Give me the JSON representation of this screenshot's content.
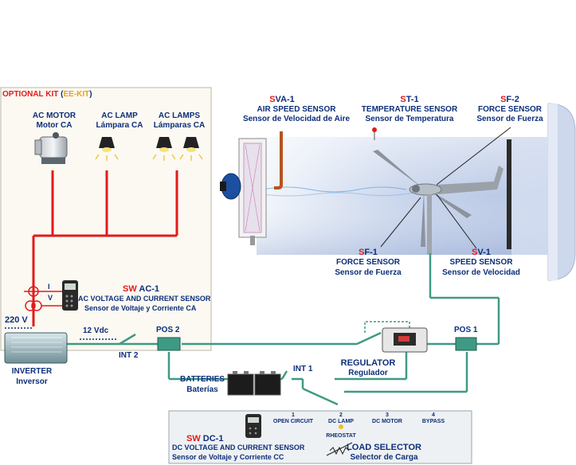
{
  "colors": {
    "ac_wire": "#e21b1b",
    "dc_wire": "#3f9a84",
    "label_blue": "#0d2f7a",
    "code_red": "#e21b1b",
    "kit_panel_bg": "#fbf9f2",
    "tunnel_blue": "#c7d3ea",
    "load_panel_bg": "#eef1f3"
  },
  "optional_kit": {
    "title_main": "OPTIONAL KIT",
    "title_code": "EE-KIT",
    "paren_open": " (",
    "paren_close": ")"
  },
  "ac_motor": {
    "line1": "AC MOTOR",
    "line2": "Motor CA",
    "icon": "motor-icon"
  },
  "ac_lamp": {
    "line1": "AC LAMP",
    "line2": "Lámpara CA",
    "icon": "lamp-icon"
  },
  "ac_lamps": {
    "line1": "AC LAMPS",
    "line2": "Lámparas CA",
    "icon": "lamp-icon"
  },
  "sw_ac1": {
    "code_prefix": "SW",
    "code_rest": " AC-1",
    "line1": "AC VOLTAGE AND CURRENT SENSOR",
    "line2": "Sensor de Voltaje y Corriente CA",
    "sym_i": "I",
    "sym_v": "V"
  },
  "sva1": {
    "prefix": "S",
    "rest": "VA-1",
    "line1": "AIR SPEED SENSOR",
    "line2": "Sensor de Velocidad de Aire"
  },
  "st1": {
    "prefix": "S",
    "rest": "T-1",
    "line1": "TEMPERATURE SENSOR",
    "line2": "Sensor de Temperatura"
  },
  "sf2": {
    "prefix": "S",
    "rest": "F-2",
    "line1": "FORCE SENSOR",
    "line2": "Sensor de Fuerza"
  },
  "sf1": {
    "prefix": "S",
    "rest": "F-1",
    "line1": "FORCE SENSOR",
    "line2": "Sensor de Fuerza"
  },
  "sv1": {
    "prefix": "S",
    "rest": "V-1",
    "line1": "SPEED SENSOR",
    "line2": "Sensor de Velocidad"
  },
  "v220": "220 V",
  "v12": "12 Vdc",
  "inverter": {
    "line1": "INVERTER",
    "line2": "Inversor"
  },
  "int2": "INT 2",
  "int1": "INT 1",
  "pos2": "POS 2",
  "pos1": "POS 1",
  "regulator": {
    "line1": "REGULATOR",
    "line2": "Regulador"
  },
  "batteries": {
    "line1": "BATTERIES",
    "line2": "Baterías"
  },
  "sw_dc1": {
    "code_prefix": "SW",
    "code_rest": " DC-1",
    "line1": "DC VOLTAGE AND CURRENT SENSOR",
    "line2": "Sensor de Voltaje y Corriente CC"
  },
  "load_selector": {
    "line1": "LOAD SELECTOR",
    "line2": "Selector de Carga",
    "positions": [
      {
        "num": "1",
        "label": "OPEN CIRCUIT"
      },
      {
        "num": "2",
        "label": "DC LAMP"
      },
      {
        "num": "3",
        "label": "DC MOTOR"
      },
      {
        "num": "4",
        "label": "BYPASS"
      }
    ],
    "rheostat": "RHEOSTAT"
  }
}
